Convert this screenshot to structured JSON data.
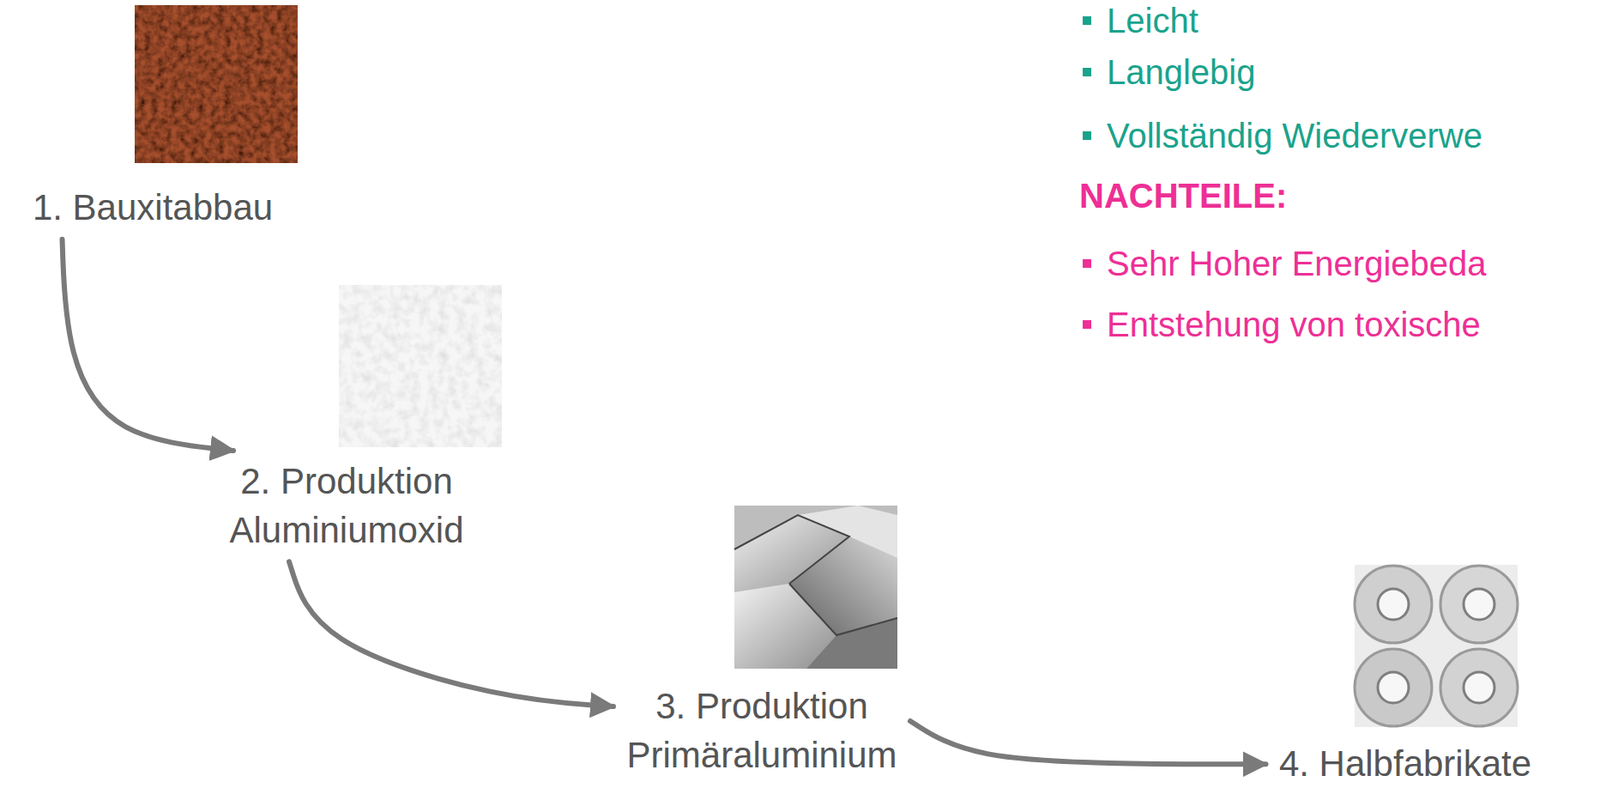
{
  "diagram": {
    "nodes": [
      {
        "text": [
          "1. Bauxitabbau"
        ]
      },
      {
        "text": [
          "2. Produktion Aluminiumoxid"
        ]
      },
      {
        "text": [
          "3. Produktion Primäraluminium"
        ]
      },
      {
        "text": [
          "4. Halbfabrikate"
        ]
      }
    ],
    "edges": [
      {
        "from": 0,
        "to": 1,
        "arrow": "to"
      },
      {
        "from": 1,
        "to": 2,
        "arrow": "to"
      },
      {
        "from": 2,
        "to": 3,
        "arrow": "to"
      }
    ],
    "labels": [
      "Leicht",
      "Langlebig",
      "Vollständig Wiederverwe",
      "NACHTEILE:",
      "Sehr Hoher Energiebeda",
      "Entstehung von toxische"
    ]
  }
}
